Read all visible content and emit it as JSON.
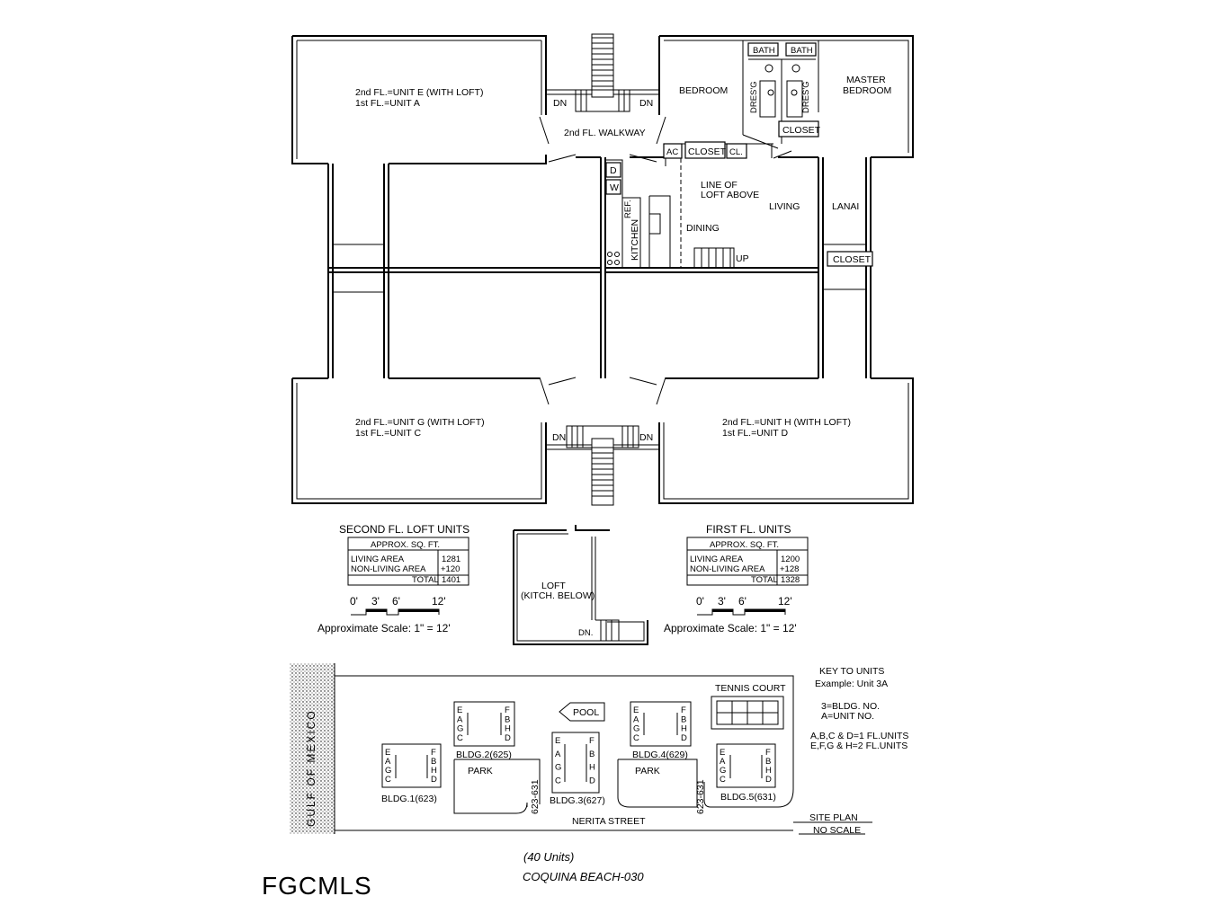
{
  "units": {
    "ul_line1": "2nd FL.=UNIT E (WITH LOFT)",
    "ul_line2": "1st FL.=UNIT A",
    "ll_line1": "2nd FL.=UNIT G (WITH LOFT)",
    "ll_line2": "1st FL.=UNIT C",
    "lr_line1": "2nd FL.=UNIT H (WITH LOFT)",
    "lr_line2": "1st FL.=UNIT D"
  },
  "rooms": {
    "walkway": "2nd FL. WALKWAY",
    "dn": "DN",
    "bedroom": "BEDROOM",
    "bath": "BATH",
    "master1": "MASTER",
    "master2": "BEDROOM",
    "dresg": "DRES'G",
    "closet": "CLOSET",
    "cl": "CL.",
    "ac": "AC",
    "line1": "LINE OF",
    "line2": "LOFT ABOVE",
    "living": "LIVING",
    "lanai": "LANAI",
    "dining": "DINING",
    "kitchen": "KITCHEN",
    "ref": "REF.",
    "d": "D",
    "w": "W",
    "up": "UP"
  },
  "second_fl": {
    "title": "SECOND FL. LOFT UNITS",
    "header": "APPROX. SQ. FT.",
    "living_label": "LIVING AREA",
    "living_value": "1281",
    "nonliving_label": "NON-LIVING AREA",
    "nonliving_value": "+120",
    "total_label": "TOTAL",
    "total_value": "1401"
  },
  "first_fl": {
    "title": "FIRST FL. UNITS",
    "header": "APPROX. SQ. FT.",
    "living_label": "LIVING AREA",
    "living_value": "1200",
    "nonliving_label": "NON-LIVING AREA",
    "nonliving_value": "+128",
    "total_label": "TOTAL",
    "total_value": "1328"
  },
  "scale": {
    "t0": "0'",
    "t3": "3'",
    "t6": "6'",
    "t12": "12'",
    "note": "Approximate Scale: 1\" = 12'"
  },
  "loft": {
    "line1": "LOFT",
    "line2": "(KITCH. BELOW)",
    "dn": "DN."
  },
  "site": {
    "gulf": "GULF OF MEXICO",
    "key_title": "KEY TO UNITS",
    "key_example": "Example: Unit 3A",
    "key_bldg": "3=BLDG. NO.",
    "key_unit": "A=UNIT NO.",
    "key_first": "A,B,C & D=1 FL.UNITS",
    "key_second": "E,F,G & H=2 FL.UNITS",
    "tennis": "TENNIS COURT",
    "pool": "POOL",
    "park": "PARK",
    "street": "NERITA STREET",
    "range": "623-631",
    "site_plan": "SITE PLAN",
    "no_scale": "NO SCALE",
    "bldg1": "BLDG.1(623)",
    "bldg2": "BLDG.2(625)",
    "bldg3": "BLDG.3(627)",
    "bldg4": "BLDG.4(629)",
    "bldg5": "BLDG.5(631)",
    "letters": [
      "E",
      "A",
      "G",
      "C",
      "F",
      "B",
      "H",
      "D"
    ]
  },
  "footer": {
    "units": "(40 Units)",
    "project": "COQUINA BEACH-030",
    "logo": "FGCMLS"
  }
}
